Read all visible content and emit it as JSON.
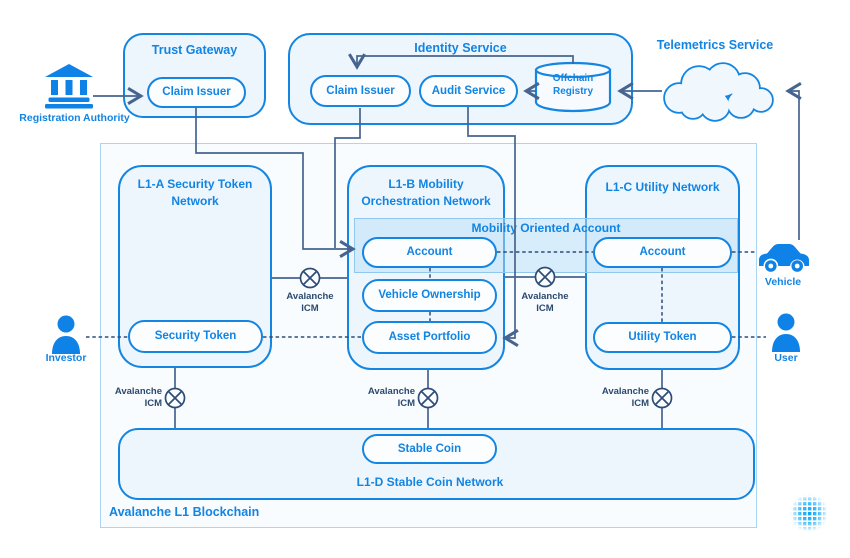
{
  "colors": {
    "accent": "#1485e0",
    "box_fill": "#eef6fd",
    "stadium_fill": "#fbfdff",
    "container_border": "#a9d6f3",
    "band_fill": "#b7ddf8",
    "solid_connector": "#46648f",
    "dashed_connector": "#2d4c78",
    "icm_text": "#2c4a6e"
  },
  "external": {
    "registration_authority": "Registration Authority",
    "trust_gateway_title": "Trust Gateway",
    "trust_gateway_claim_issuer": "Claim Issuer",
    "identity_title": "Identity Service",
    "identity_claim_issuer": "Claim Issuer",
    "identity_audit_service": "Audit Service",
    "identity_offchain_registry": "Offchain Registry",
    "telemetrics_title": "Telemetrics Service",
    "investor": "Investor",
    "user": "User",
    "vehicle": "Vehicle"
  },
  "blockchain": {
    "container_label": "Avalanche L1 Blockchain",
    "l1a_title": "L1-A Security Token Network",
    "l1a_security_token": "Security Token",
    "l1b_title": "L1-B Mobility Orchestration Network",
    "l1b_account": "Account",
    "l1b_vehicle_ownership": "Vehicle Ownership",
    "l1b_asset_portfolio": "Asset Portfolio",
    "l1c_title": "L1-C Utility Network",
    "l1c_account": "Account",
    "l1c_utility_token": "Utility Token",
    "l1d_title": "L1-D Stable Coin Network",
    "l1d_stable_coin": "Stable Coin",
    "band_label": "Mobility Oriented Account",
    "icm_line1": "Avalanche",
    "icm_line2": "ICM"
  }
}
